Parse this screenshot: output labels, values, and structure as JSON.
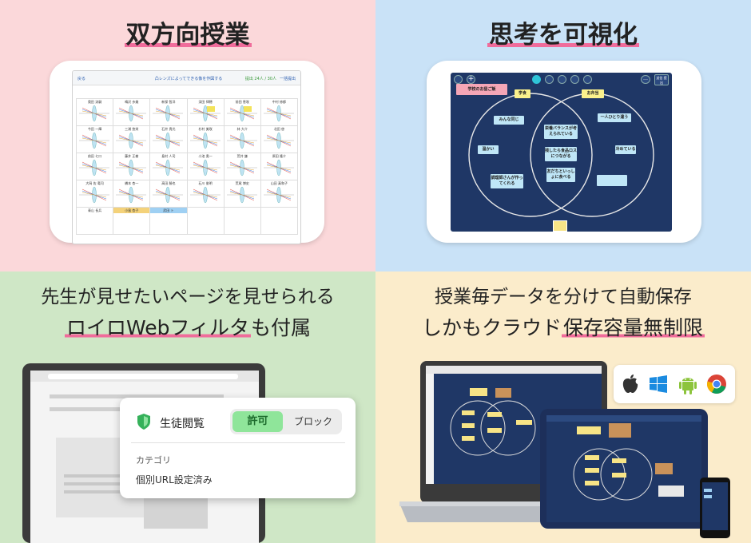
{
  "q1": {
    "title": "双方向授業",
    "app": {
      "back": "戻る",
      "center_title": "凸レンズによってできる像を作図する",
      "right_info": "提出 24人 / 30人",
      "right_action": "一括提出"
    },
    "students": [
      {
        "name": "奥田 涼嗣"
      },
      {
        "name": "鳴沢 歩美"
      },
      {
        "name": "新保 智洋"
      },
      {
        "name": "深田 律穂"
      },
      {
        "name": "前田 恵咲"
      },
      {
        "name": "中村 修都"
      },
      {
        "name": "今田 一輝"
      },
      {
        "name": "三浦 悠栄"
      },
      {
        "name": "石井 貴光"
      },
      {
        "name": "杉村 美咲"
      },
      {
        "name": "林 大介"
      },
      {
        "name": "北田 啓"
      },
      {
        "name": "前田 七口"
      },
      {
        "name": "藤井 正樹"
      },
      {
        "name": "島村 人司"
      },
      {
        "name": "小池 奥一"
      },
      {
        "name": "荒井 謙"
      },
      {
        "name": "原田 隆介"
      },
      {
        "name": "大岡 佐 竜司"
      },
      {
        "name": "橋本 杏一"
      },
      {
        "name": "高田 勝也"
      },
      {
        "name": "石川 俊明"
      },
      {
        "name": "荒尾 博史"
      },
      {
        "name": "山田 真和子"
      },
      {
        "name": "青山 長兵"
      },
      {
        "name": "小島 杏子"
      },
      {
        "name": "武田 ト"
      }
    ]
  },
  "q2": {
    "title": "思考を可視化",
    "toolbar_right": "送信 提出",
    "label_top": "学校のお昼ご飯",
    "set_left": "学食",
    "set_right": "お弁当",
    "left_items": [
      "みんな同じ",
      "温かい",
      "調理師さんが作ってくれる"
    ],
    "center_items": [
      "栄養バランスが考えられている",
      "残したら食品ロスにつながる",
      "友だちといっしょに食べる"
    ],
    "right_items": [
      "一人ひとり違う",
      "冷めている"
    ]
  },
  "q3": {
    "title_line1": "先生が見せたいページを見せられる",
    "title_line2_plain_prefix": "",
    "title_line2_underlined": "ロイロWebフィルタ",
    "title_line2_suffix": "も付属",
    "popup": {
      "label": "生徒閲覧",
      "allow": "許可",
      "block": "ブロック",
      "category": "カテゴリ",
      "setting": "個別URL設定済み"
    },
    "colors": {
      "shield": "#35b15a",
      "allow_bg": "#8fe59a"
    }
  },
  "q4": {
    "title_line1": "授業毎データを分けて自動保存",
    "title_line2_plain": "しかもクラウド",
    "title_line2_underlined": "保存容量無制限",
    "os_icons": [
      "apple-icon",
      "windows-icon",
      "android-icon",
      "chrome-icon"
    ]
  }
}
